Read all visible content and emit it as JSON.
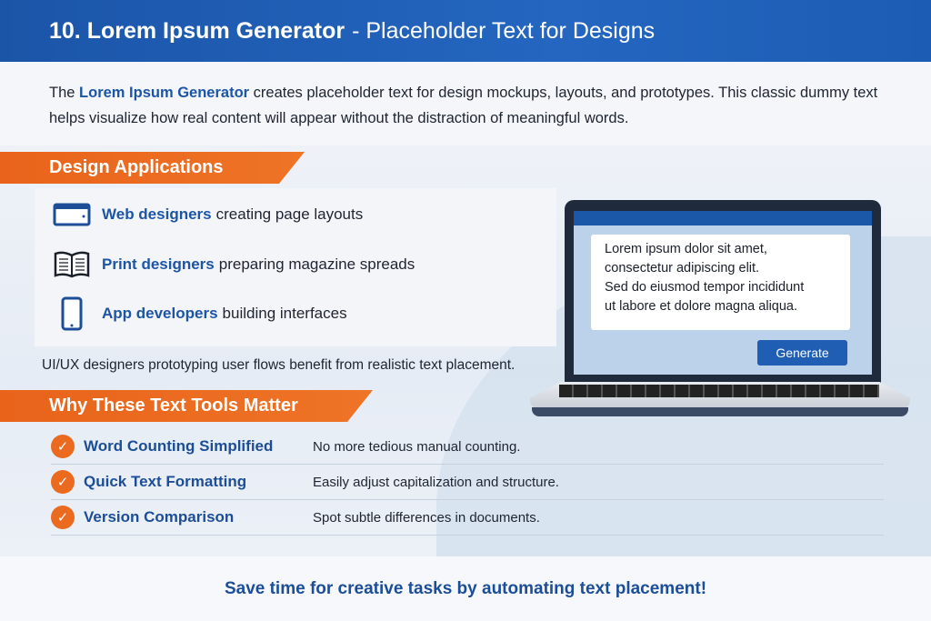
{
  "header": {
    "number_title": "10. Lorem Ipsum Generator",
    "subtitle": "- Placeholder Text for Designs"
  },
  "intro": {
    "pre": "The ",
    "highlight": "Lorem Ipsum Generator",
    "post": " creates placeholder text for design mockups, layouts, and prototypes. This classic dummy text helps visualize how real content will appear without the distraction of meaningful words."
  },
  "design": {
    "title": "Design Applications",
    "items": [
      {
        "icon": "browser-window-icon",
        "bold": "Web designers",
        "text": "creating page layouts"
      },
      {
        "icon": "open-book-icon",
        "bold": "Print designers",
        "text": "preparing magazine spreads"
      },
      {
        "icon": "smartphone-icon",
        "bold": "App developers",
        "text": "building interfaces"
      }
    ],
    "note": "UI/UX designers prototyping user flows benefit from realistic text placement."
  },
  "laptop": {
    "lines": [
      "Lorem ipsum dolor sit amet,",
      "consectetur adipiscing elit.",
      "Sed do eiusmod tempor incididunt",
      "ut labore et dolore magna aliqua."
    ],
    "button": "Generate"
  },
  "why": {
    "title": "Why These Text Tools Matter",
    "rows": [
      {
        "title": "Word Counting Simplified",
        "desc": "No more tedious manual counting."
      },
      {
        "title": "Quick Text Formatting",
        "desc": "Easily adjust capitalization and structure."
      },
      {
        "title": "Version Comparison",
        "desc": "Spot subtle differences in documents."
      }
    ]
  },
  "footer": {
    "text": "Save time for creative tasks by automating text placement!"
  },
  "colors": {
    "brand_blue": "#1c55a6",
    "accent_orange": "#ea6a1f"
  }
}
